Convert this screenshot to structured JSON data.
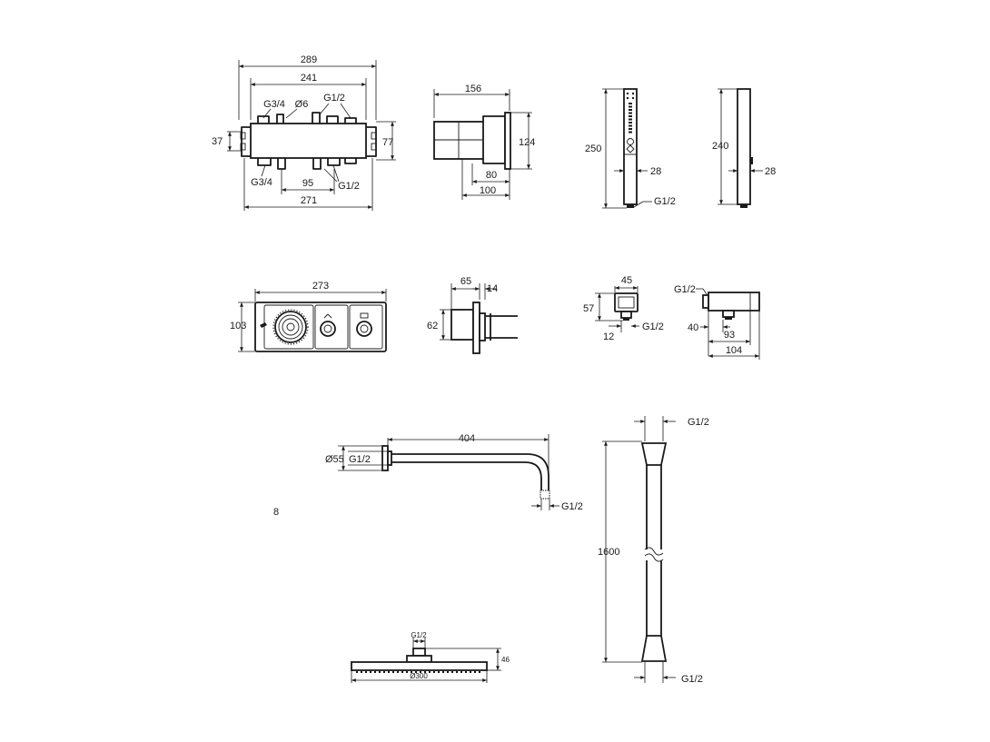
{
  "thermostat_body": {
    "overall_width": "289",
    "inner_width": "241",
    "inlet_top_left": "G3/4",
    "hole_diameter": "Ø6",
    "outlet_top_right": "G1/2",
    "height_left": "37",
    "height_right": "77",
    "inlet_bottom_left": "G3/4",
    "outlet_spacing": "95",
    "outlet_bottom_right": "G1/2",
    "base_width": "271"
  },
  "body_side_view": {
    "depth_total": "156",
    "height": "124",
    "depth_min": "80",
    "depth_max": "100"
  },
  "hand_shower": {
    "length": "250",
    "width": "28",
    "connection": "G1/2"
  },
  "hand_shower_side": {
    "length": "240",
    "depth": "28"
  },
  "control_panel": {
    "width": "273",
    "height": "103"
  },
  "panel_side_view": {
    "depth": "65",
    "flange": "14",
    "height": "62"
  },
  "wall_outlet": {
    "width": "45",
    "height": "57",
    "offset": "12",
    "connection": "G1/2"
  },
  "outlet_side_view": {
    "connection": "G1/2",
    "offset": "40",
    "inner_depth": "93",
    "outer_depth": "104"
  },
  "shower_arm": {
    "length": "404",
    "flange_diameter": "Ø55",
    "wall_connection": "G1/2",
    "head_connection": "G1/2"
  },
  "stray_mark": "8",
  "hose": {
    "top_connection": "G1/2",
    "length": "1600",
    "bottom_connection": "G1/2"
  },
  "shower_head": {
    "connection": "G1/2",
    "height": "46",
    "diameter": "Ø300"
  }
}
